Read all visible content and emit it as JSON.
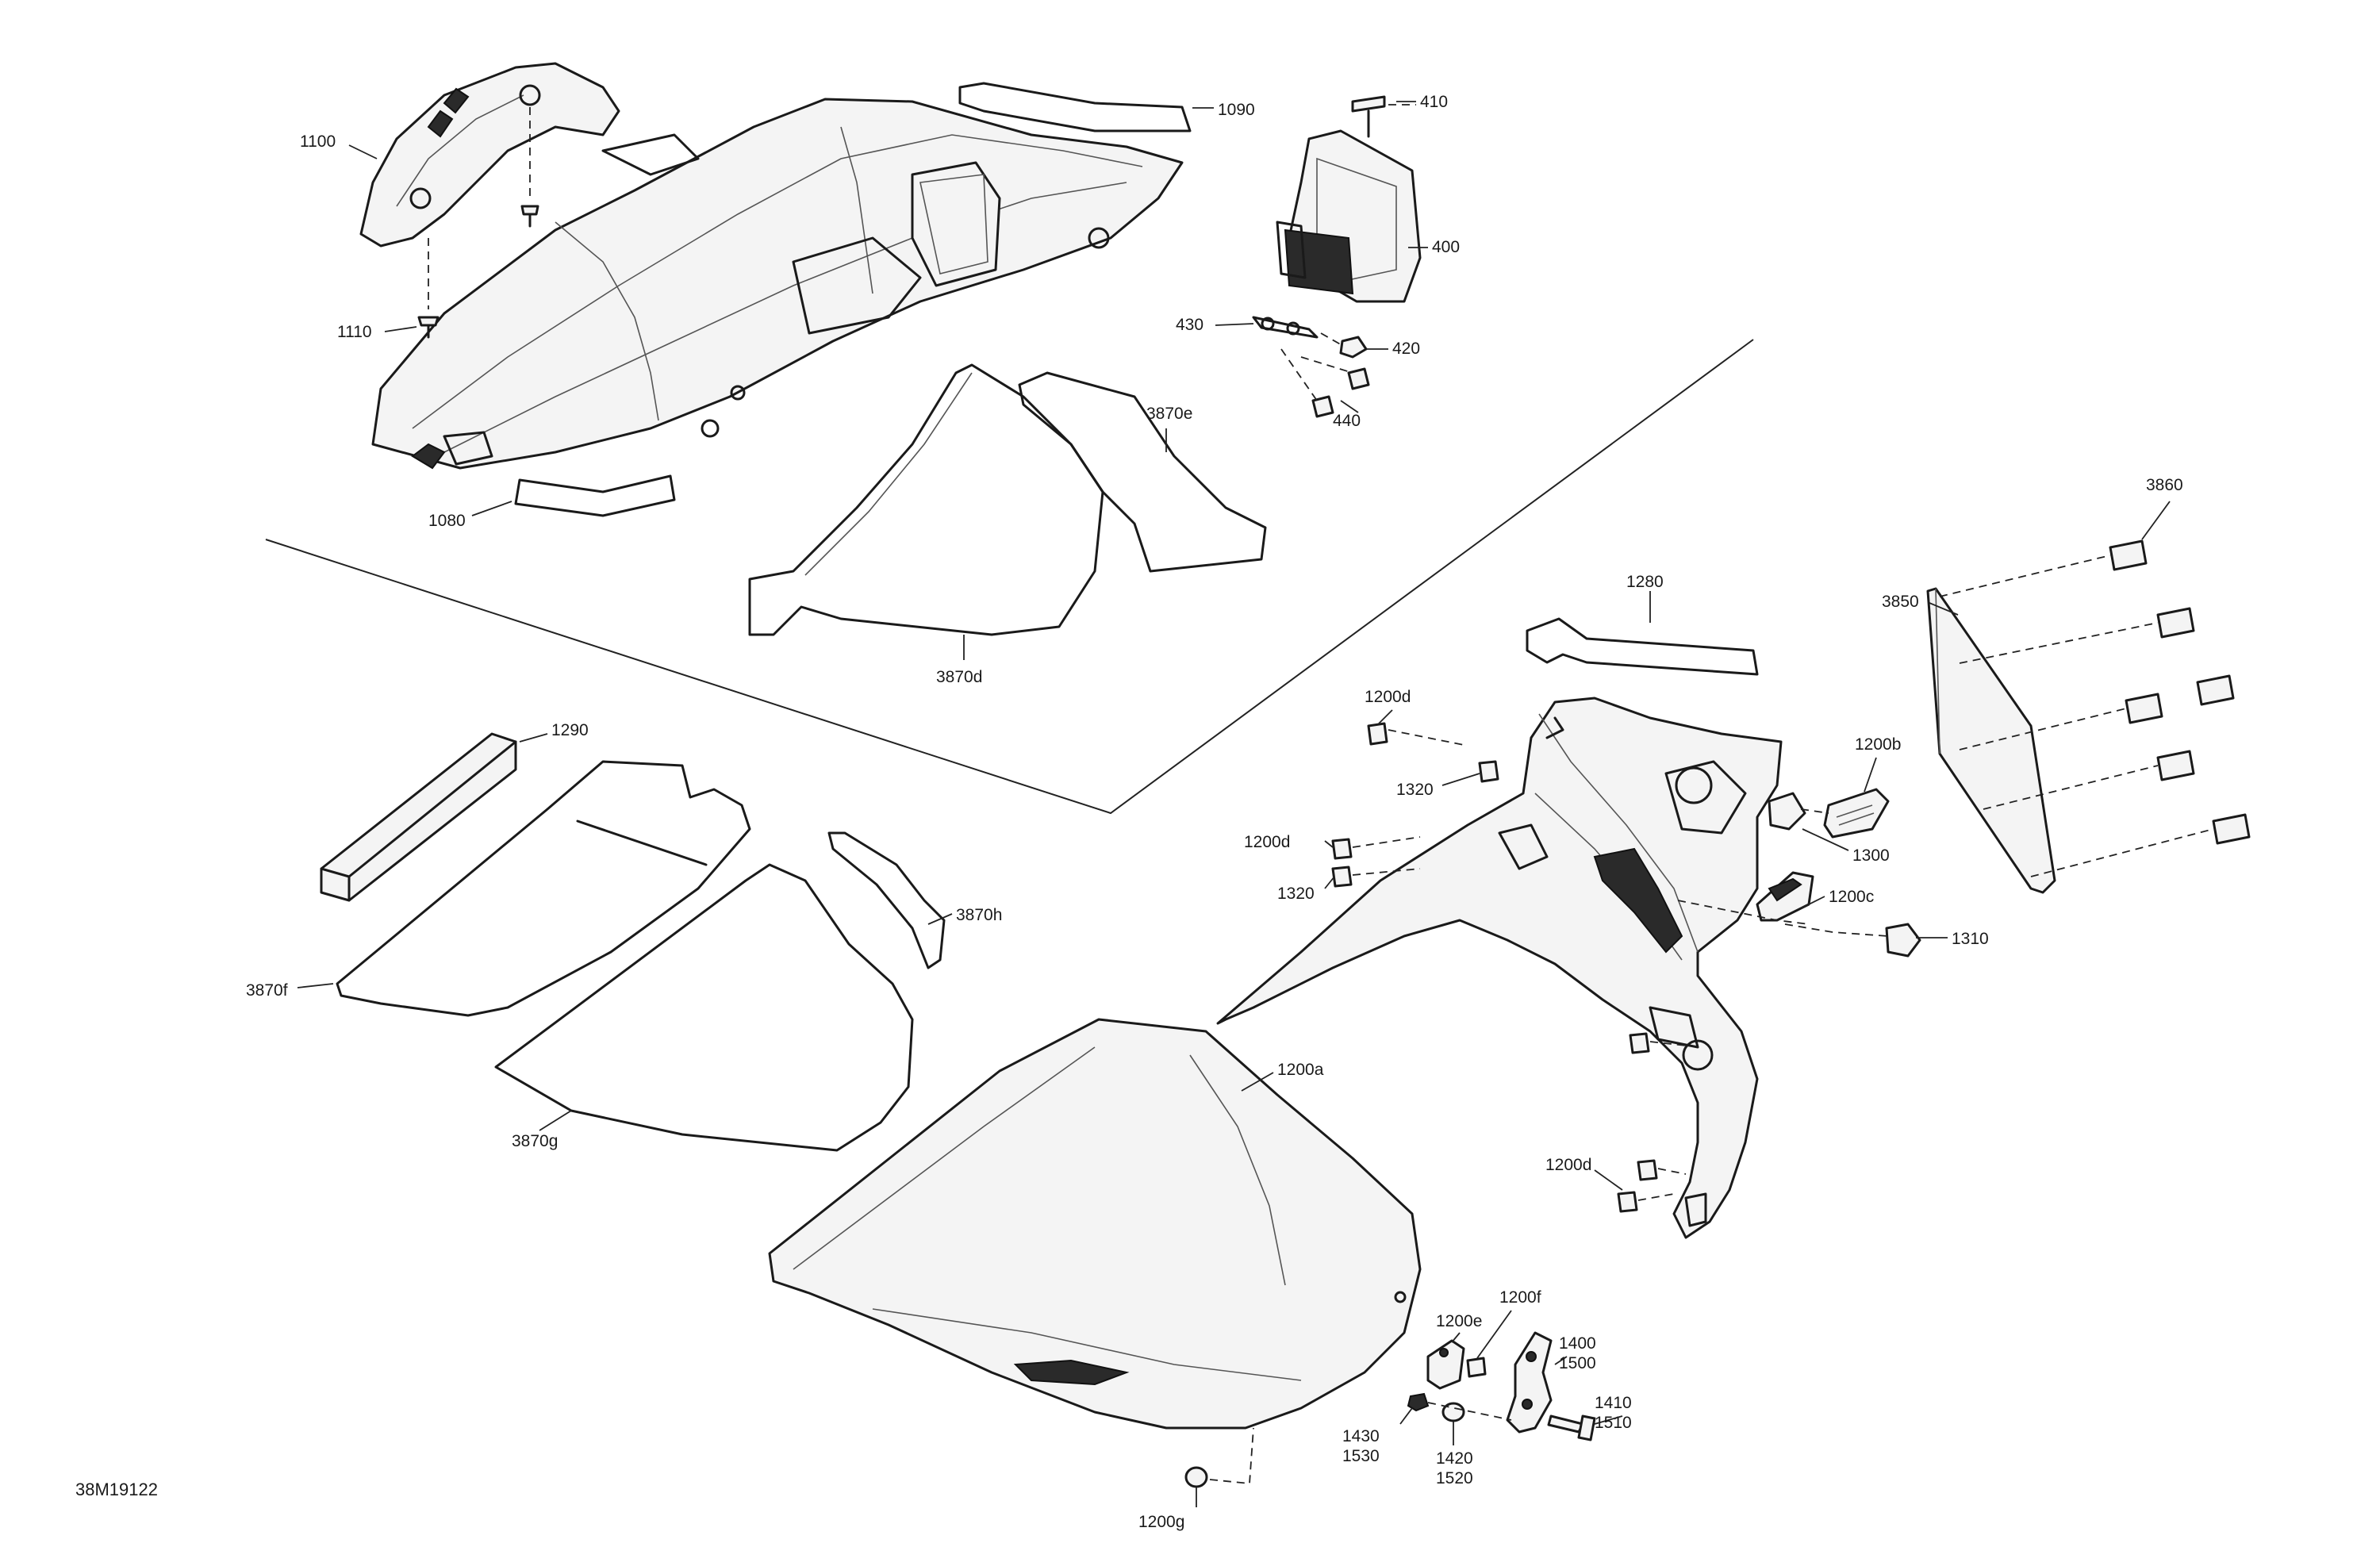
{
  "diagram_ref": "38M19122",
  "callouts": {
    "c1100": "1100",
    "c1110": "1110",
    "c1080": "1080",
    "c1090": "1090",
    "c410": "410",
    "c400": "400",
    "c430": "430",
    "c420": "420",
    "c440": "440",
    "c3870e": "3870e",
    "c3870d": "3870d",
    "c3860": "3860",
    "c3850": "3850",
    "c1280": "1280",
    "c1200d_a": "1200d",
    "c1320_a": "1320",
    "c1200b": "1200b",
    "c1200d_b": "1200d",
    "c1300": "1300",
    "c1320_b": "1320",
    "c1200c": "1200c",
    "c1310": "1310",
    "c1290": "1290",
    "c3870h": "3870h",
    "c3870f": "3870f",
    "c3870g": "3870g",
    "c1200a": "1200a",
    "c1200d_c": "1200d",
    "c1200f": "1200f",
    "c1200e": "1200e",
    "c1400": "1400",
    "c1500": "1500",
    "c1410": "1410",
    "c1510": "1510",
    "c1430": "1430",
    "c1530": "1530",
    "c1420": "1420",
    "c1520": "1520",
    "c1200g": "1200g"
  }
}
